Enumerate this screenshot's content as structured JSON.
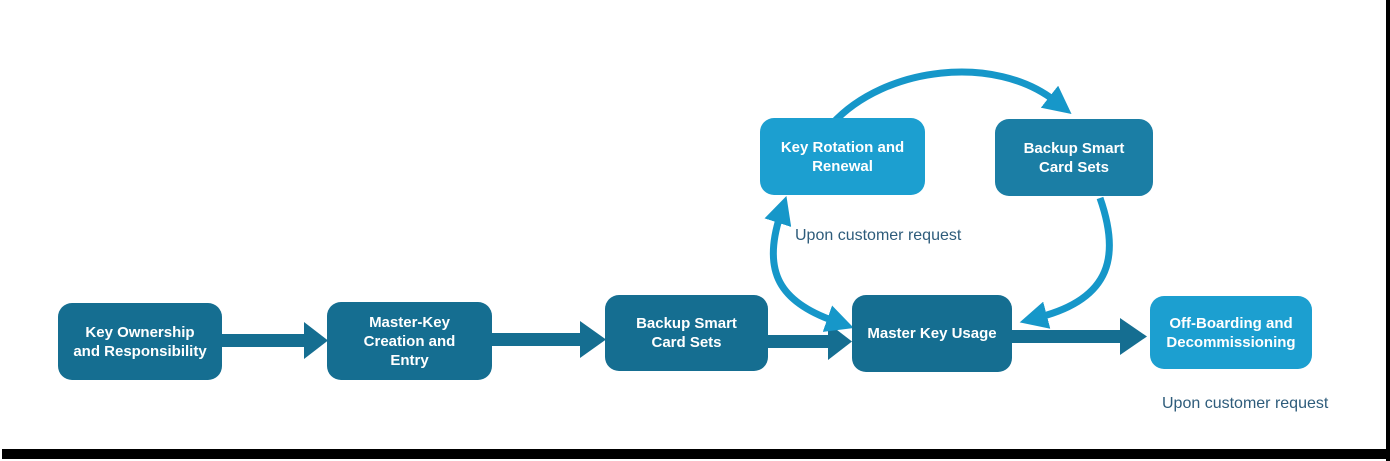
{
  "diagram": {
    "type": "process-flow-with-cycle",
    "flow_steps": [
      {
        "id": "key-ownership",
        "label": "Key Ownership and Responsibility",
        "lines": [
          "Key Ownership",
          "and Responsibility"
        ]
      },
      {
        "id": "master-key-creation",
        "label": "Master-Key Creation and Entry",
        "lines": [
          "Master-Key",
          "Creation and",
          "Entry"
        ]
      },
      {
        "id": "backup-smart-card-sets",
        "label": "Backup Smart Card Sets",
        "lines": [
          "Backup Smart",
          "Card Sets"
        ]
      },
      {
        "id": "master-key-usage",
        "label": "Master Key Usage",
        "lines": [
          "Master Key Usage"
        ]
      },
      {
        "id": "off-boarding",
        "label": "Off-Boarding and Decommissioning",
        "lines": [
          "Off-Boarding and",
          "Decommissioning"
        ]
      }
    ],
    "cycle_steps": [
      {
        "id": "key-rotation",
        "label": "Key Rotation and Renewal",
        "lines": [
          "Key Rotation and",
          "Renewal"
        ]
      },
      {
        "id": "backup-smart-card-sets-cycle",
        "label": "Backup Smart Card Sets",
        "lines": [
          "Backup Smart",
          "Card Sets"
        ]
      }
    ],
    "annotations": {
      "cycle_note": "Upon customer request",
      "offboarding_note": "Upon customer request"
    },
    "colors": {
      "dark_teal_box": "#156E91",
      "medium_teal_box": "#1B7EA5",
      "light_blue_box": "#1C9FD0",
      "curved_arrow": "#1697C9",
      "straight_arrow": "#156E91",
      "annotation_text": "#2E5C7B",
      "frame_line": "#000000"
    }
  }
}
